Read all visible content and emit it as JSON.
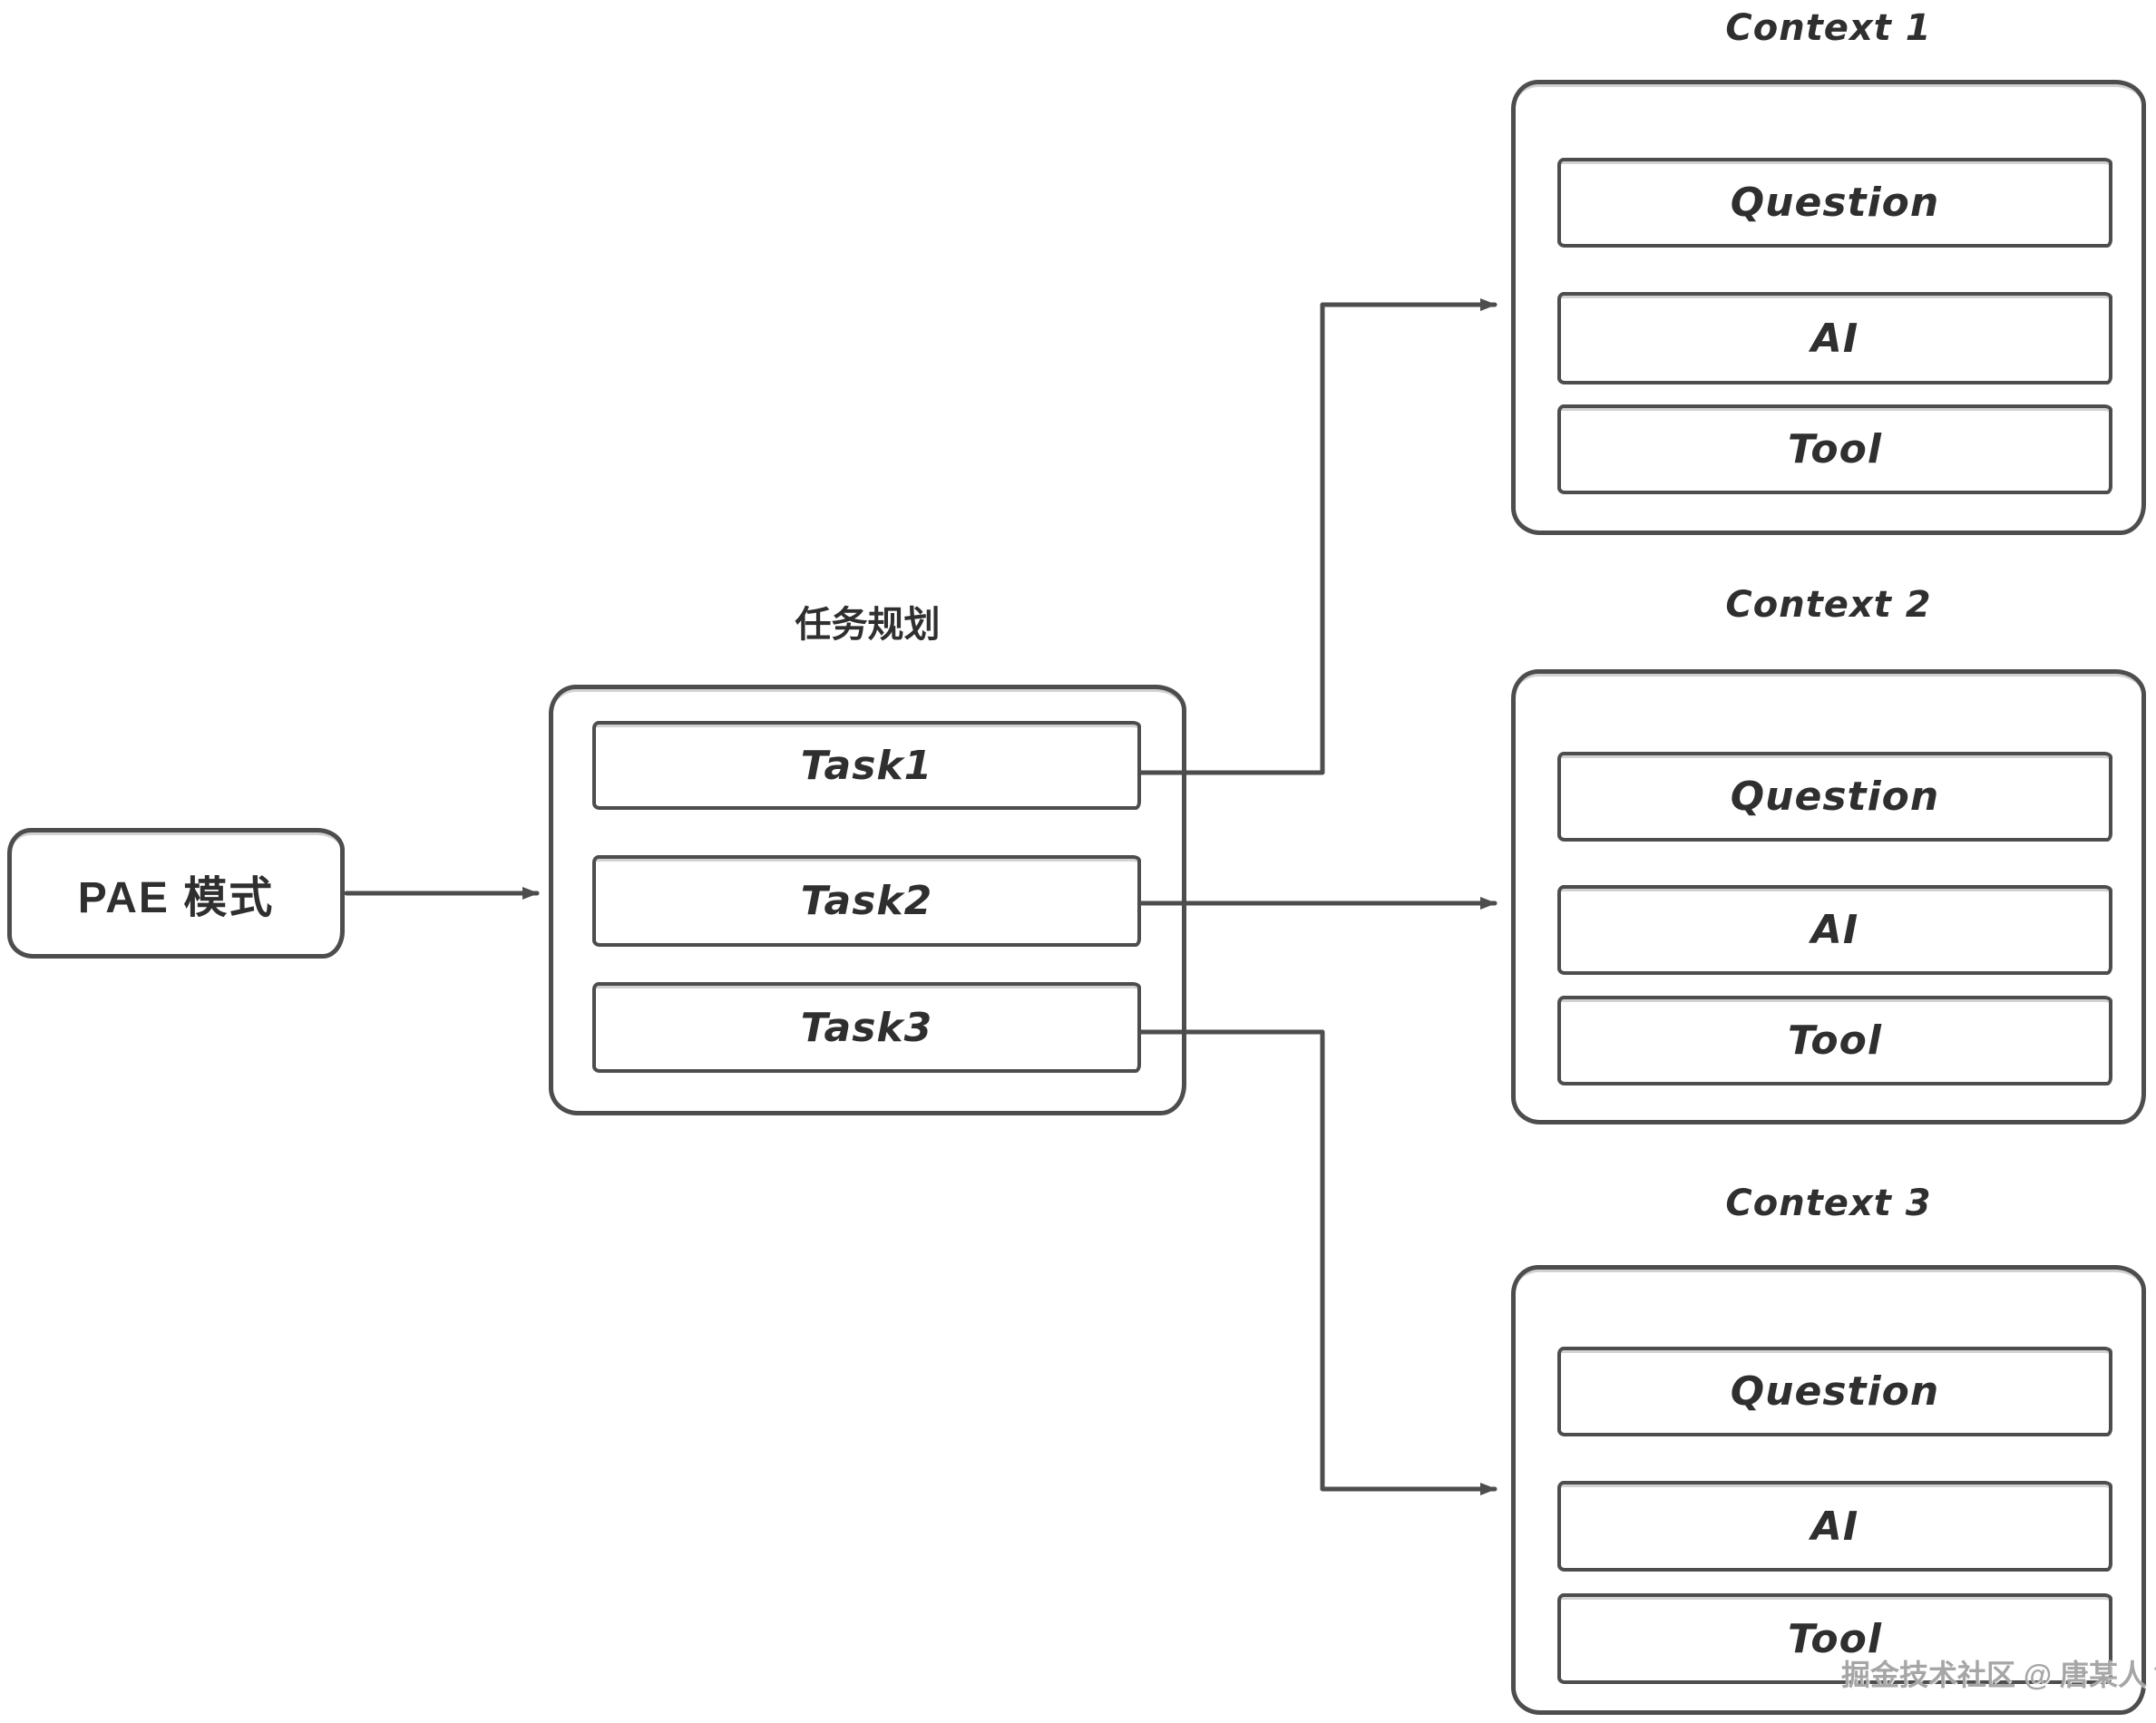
{
  "colors": {
    "stroke": "#4d4d4d",
    "text": "#2f2f2f",
    "bg": "#ffffff",
    "wm": "#a6a6a6"
  },
  "pae": {
    "label": "PAE 模式"
  },
  "planner": {
    "title": "任务规划",
    "tasks": [
      {
        "label": "Task1"
      },
      {
        "label": "Task2"
      },
      {
        "label": "Task3"
      }
    ]
  },
  "contexts": [
    {
      "title": "Context 1",
      "items": [
        "Question",
        "AI",
        "Tool"
      ]
    },
    {
      "title": "Context 2",
      "items": [
        "Question",
        "AI",
        "Tool"
      ]
    },
    {
      "title": "Context 3",
      "items": [
        "Question",
        "AI",
        "Tool"
      ]
    }
  ],
  "watermark": {
    "text": "掘金技术社区 @ 唐某人丶"
  }
}
